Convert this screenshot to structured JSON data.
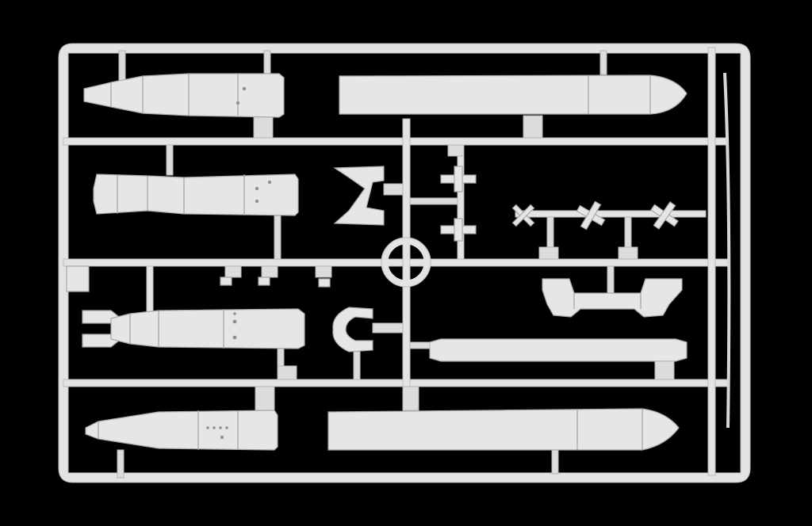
{
  "colors": {
    "background": "#000000",
    "plastic": "#e6e7e5",
    "shadow": "#a7a9a6"
  },
  "sprue": {
    "parts": [
      {
        "name": "bomb-tail-half-top-left",
        "icon": "bomb-icon"
      },
      {
        "name": "fuel-tank-top-right",
        "icon": "tank-icon"
      },
      {
        "name": "bomb-tail-half-mid-left",
        "icon": "bomb-icon"
      },
      {
        "name": "bomb-finned-lower-left",
        "icon": "bomb-icon"
      },
      {
        "name": "torpedo-half-bottom-left",
        "icon": "torpedo-icon"
      },
      {
        "name": "torpedo-half-bottom-right",
        "icon": "torpedo-icon"
      },
      {
        "name": "pylon-bar",
        "icon": "pylon-icon"
      },
      {
        "name": "bomb-rack",
        "icon": "rack-icon"
      },
      {
        "name": "propeller-x4",
        "icon": "propeller-icon"
      }
    ]
  }
}
